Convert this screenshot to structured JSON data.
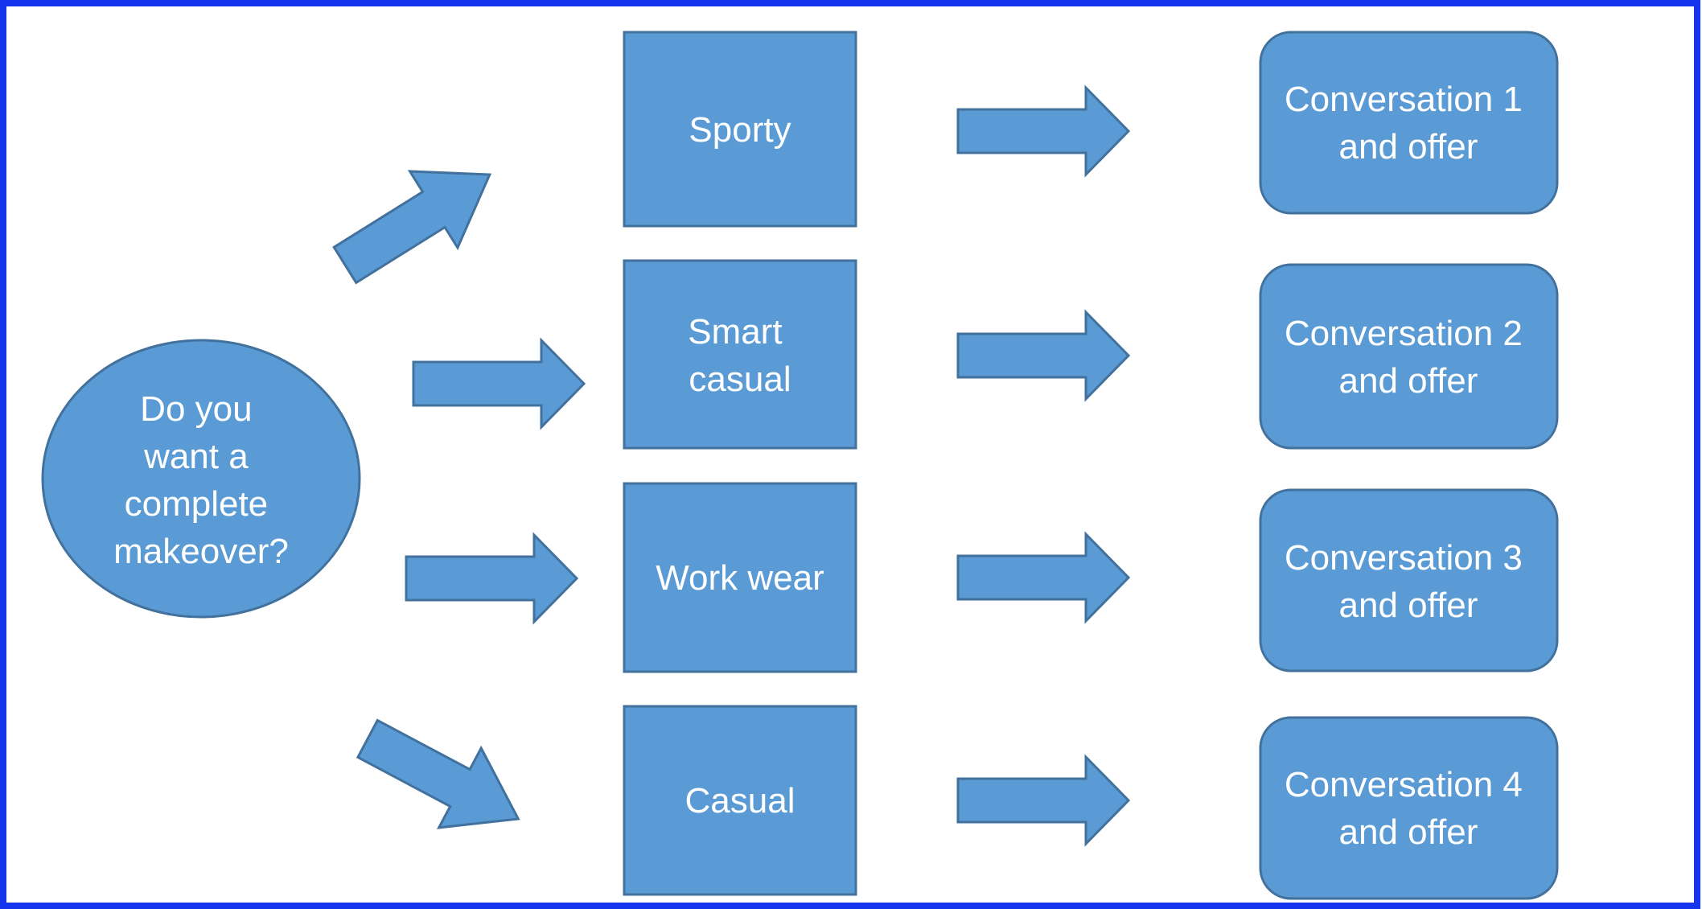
{
  "question": {
    "lines": [
      "Do you",
      "want a",
      "complete",
      "makeover?"
    ]
  },
  "styles": [
    {
      "lines": [
        "Sporty"
      ]
    },
    {
      "lines": [
        "Smart",
        "casual"
      ]
    },
    {
      "lines": [
        "Work wear"
      ]
    },
    {
      "lines": [
        "Casual"
      ]
    }
  ],
  "outcomes": [
    {
      "lines": [
        "Conversation 1",
        "and offer"
      ]
    },
    {
      "lines": [
        "Conversation 2",
        "and offer"
      ]
    },
    {
      "lines": [
        "Conversation 3",
        "and offer"
      ]
    },
    {
      "lines": [
        "Conversation 4",
        "and offer"
      ]
    }
  ],
  "colors": {
    "shape_fill": "#5b9bd5",
    "shape_stroke": "#41719c",
    "frame": "#1434ee",
    "text": "#ffffff"
  }
}
